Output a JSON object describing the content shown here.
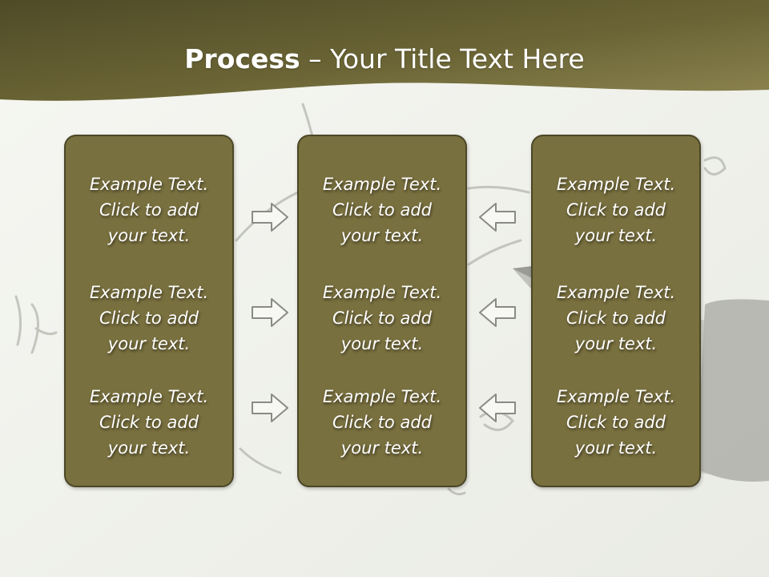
{
  "title": {
    "bold": "Process",
    "separator": " – ",
    "rest": "Your Title Text Here"
  },
  "columns": [
    {
      "blocks": [
        {
          "line1": "Example Text.",
          "line2": "Click  to add",
          "line3": "your text."
        },
        {
          "line1": "Example Text.",
          "line2": "Click  to add",
          "line3": "your text."
        },
        {
          "line1": "Example Text.",
          "line2": "Click  to add",
          "line3": "your text."
        }
      ]
    },
    {
      "blocks": [
        {
          "line1": "Example Text.",
          "line2": "Click  to add",
          "line3": "your text."
        },
        {
          "line1": "Example Text.",
          "line2": "Click  to add",
          "line3": "your text."
        },
        {
          "line1": "Example Text.",
          "line2": "Click  to add",
          "line3": "your text."
        }
      ]
    },
    {
      "blocks": [
        {
          "line1": "Example Text.",
          "line2": "Click  to add",
          "line3": "your text."
        },
        {
          "line1": "Example Text.",
          "line2": "Click  to add",
          "line3": "your text."
        },
        {
          "line1": "Example Text.",
          "line2": "Click  to add",
          "line3": "your text."
        }
      ]
    }
  ],
  "arrows": {
    "left_group": "right-arrow-icon",
    "right_group": "left-arrow-icon"
  },
  "colors": {
    "header": "#5f5a30",
    "box_fill": "#79703f",
    "box_border": "#4b4626",
    "background": "#f3f4ef"
  }
}
